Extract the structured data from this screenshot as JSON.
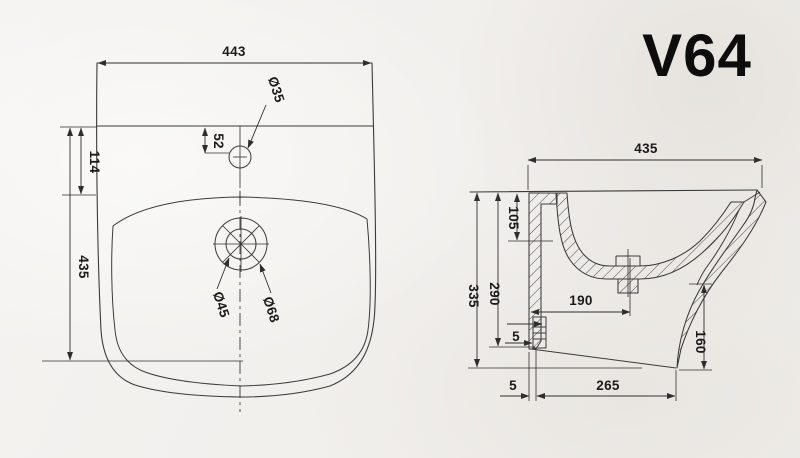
{
  "title": "V64",
  "views": {
    "plan": {
      "overall_width": "443",
      "tap_hole_dia": "Ø35",
      "tap_hole_from_back": "52",
      "back_ledge_depth": "114",
      "overall_depth": "435",
      "drain_hole_dia": "Ø45",
      "drain_flange_dia": "Ø68"
    },
    "side": {
      "overall_depth": "435",
      "shelf_recess_height": "105",
      "overall_height": "335",
      "back_wall_height": "290",
      "drain_center_from_back": "190",
      "fixing_plate_thickness": "5",
      "base_setback": "5",
      "base_length": "265",
      "front_apron_height": "160"
    }
  },
  "colors": {
    "ink": "#3a3a3a",
    "paper": "#f2f0ed"
  }
}
